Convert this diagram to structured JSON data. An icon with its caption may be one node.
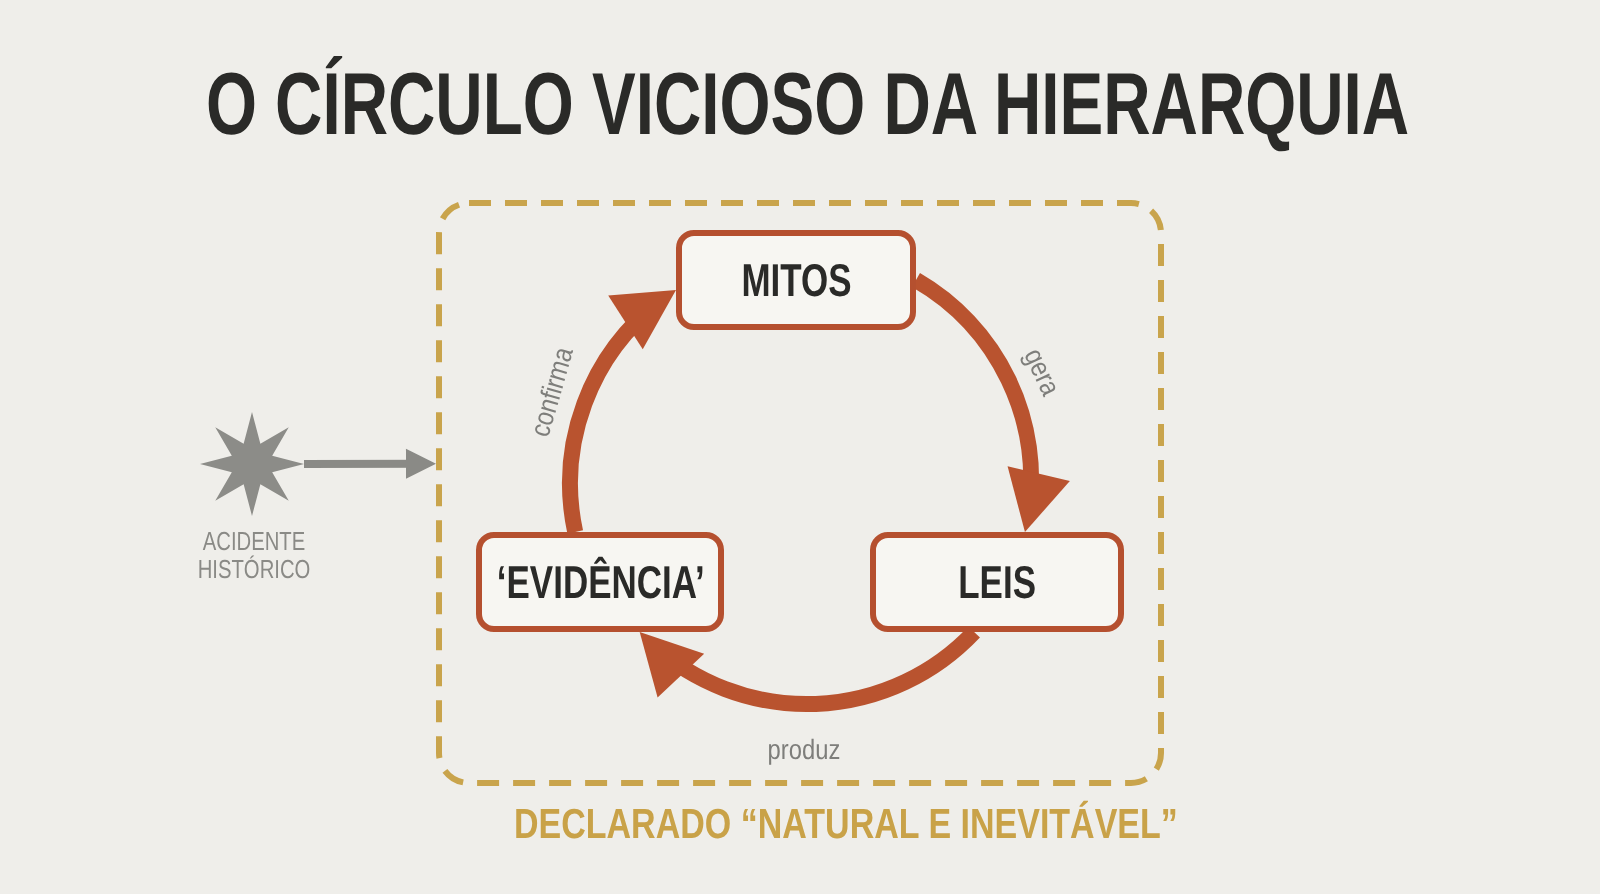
{
  "diagram": {
    "title": "O CÍRCULO VICIOSO DA HIERARQUIA",
    "nodes": [
      {
        "text": [],
        "shape": "star",
        "beside": [
          "ACIDENTE HISTÓRICO"
        ]
      },
      {
        "text": [
          "DECLARADO “NATURAL E INEVITÁVEL”"
        ]
      },
      {
        "text": [
          "MITOS"
        ],
        "in": 1
      },
      {
        "text": [
          "LEIS"
        ],
        "in": 1
      },
      {
        "text": [
          "‘EVIDÊNCIA’"
        ],
        "in": 1
      }
    ],
    "edges": [
      {
        "from": 0,
        "to": 1,
        "arrow": "to",
        "color": "#8a8a86"
      },
      {
        "from": 2,
        "to": 3,
        "arrow": "to",
        "label": "gera"
      },
      {
        "from": 3,
        "to": 4,
        "arrow": "to",
        "label": "produz"
      },
      {
        "from": 4,
        "to": 2,
        "arrow": "to",
        "label": "confirma"
      }
    ]
  }
}
